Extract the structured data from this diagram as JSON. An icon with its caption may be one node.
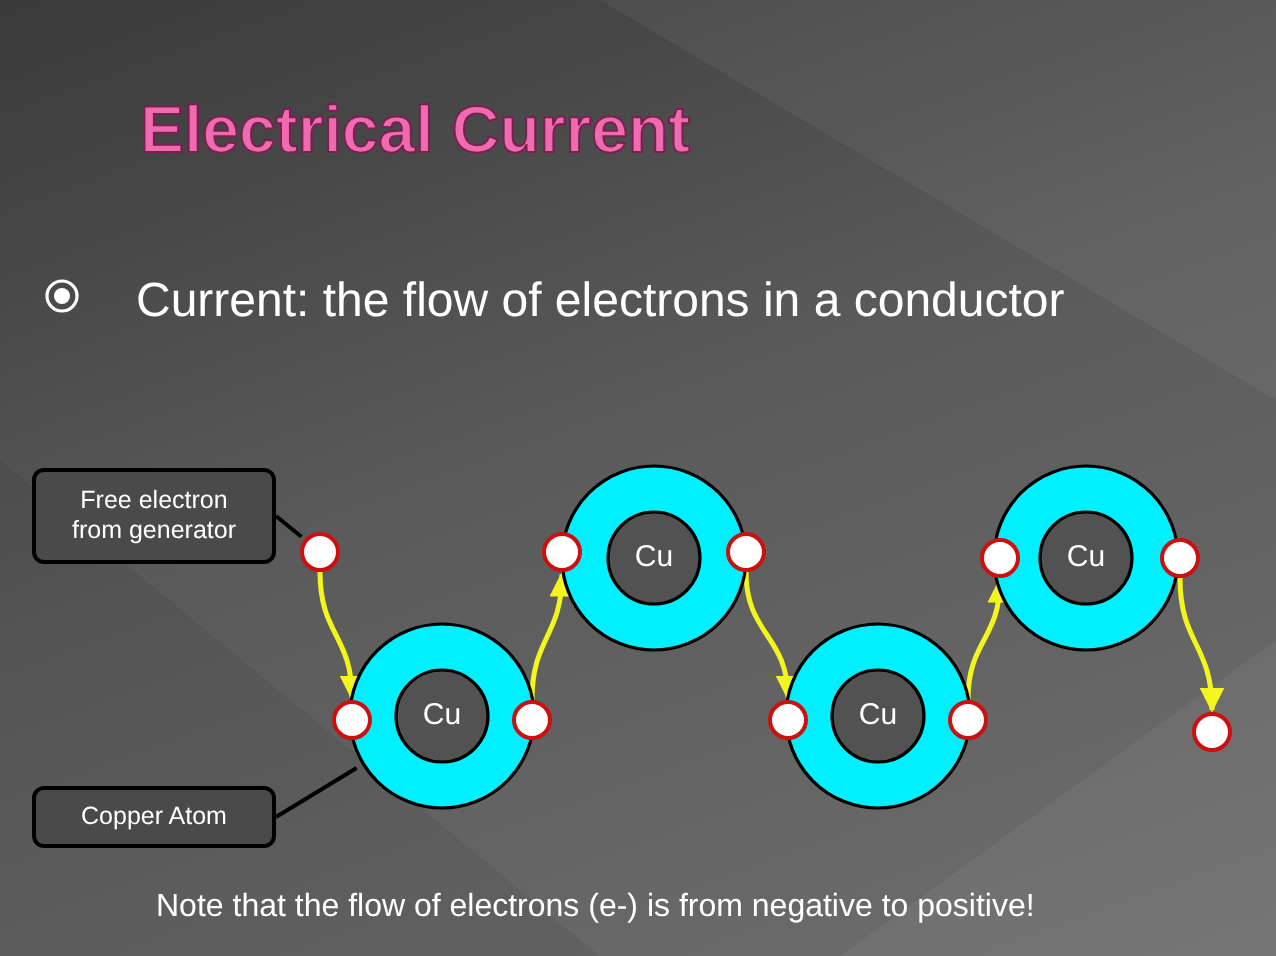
{
  "diagram": {
    "title": "Electrical Current",
    "nodes": [
      {
        "text": [
          "Free electron from generator"
        ]
      },
      {
        "text": [
          "Copper Atom"
        ]
      },
      {
        "text": [
          "Cu"
        ]
      },
      {
        "text": [
          "Cu"
        ]
      },
      {
        "text": [
          "Cu"
        ]
      },
      {
        "text": [
          "Cu"
        ]
      },
      {
        "text": [],
        "shape": "circle"
      },
      {
        "text": [],
        "shape": "circle"
      },
      {
        "text": [],
        "shape": "circle"
      },
      {
        "text": [],
        "shape": "circle"
      },
      {
        "text": [],
        "shape": "circle"
      },
      {
        "text": [],
        "shape": "circle"
      },
      {
        "text": [],
        "shape": "circle"
      },
      {
        "text": [],
        "shape": "circle"
      },
      {
        "text": [],
        "shape": "circle"
      },
      {
        "text": [],
        "shape": "circle"
      }
    ],
    "edges": [
      {
        "from": 0,
        "to": 6,
        "arrow": "none",
        "color": "#000000"
      },
      {
        "from": 1,
        "to": 2,
        "arrow": "none",
        "color": "#000000"
      },
      {
        "from": 6,
        "to": 7,
        "arrow": "to"
      },
      {
        "from": 8,
        "to": 9,
        "arrow": "to"
      },
      {
        "from": 10,
        "to": 11,
        "arrow": "to"
      },
      {
        "from": 12,
        "to": 13,
        "arrow": "to"
      },
      {
        "from": 14,
        "to": 15,
        "arrow": "to"
      }
    ],
    "labels": [
      "Current: the flow of electrons in a conductor",
      "Note that the flow of electrons (e-) is from negative to positive!"
    ]
  }
}
